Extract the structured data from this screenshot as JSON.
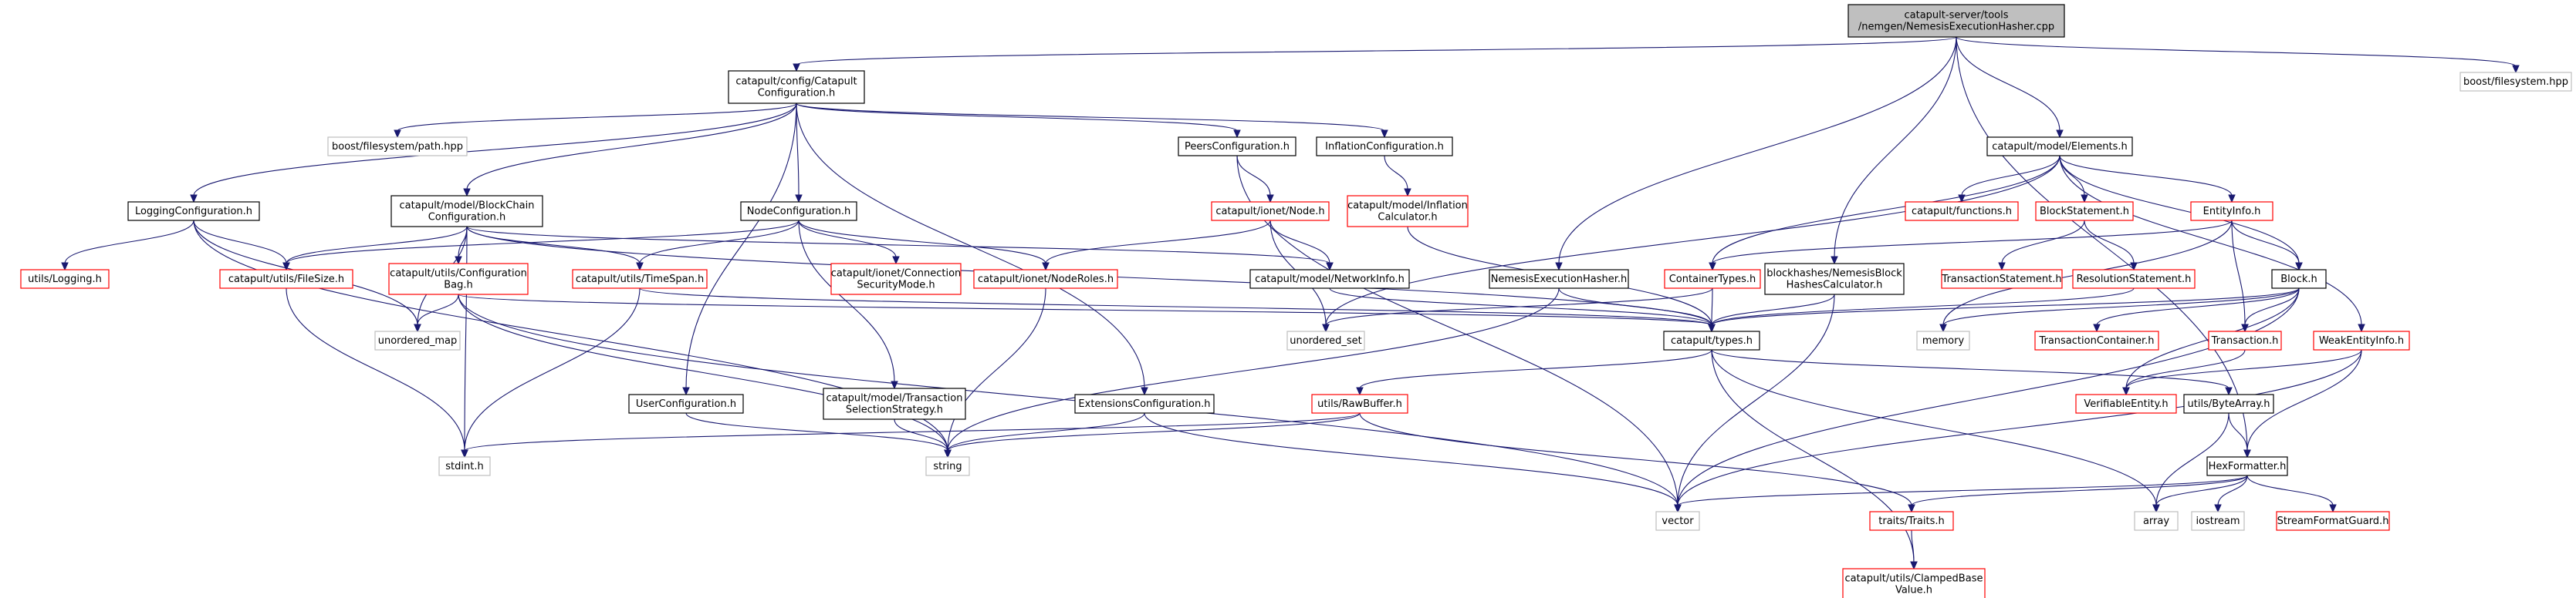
{
  "colors": {
    "root_fill": "#bfbfbf",
    "root_border": "#000000",
    "documented_border": "#000000",
    "truncated_border": "#ff0000",
    "external_border": "#bfbfbf",
    "external_text": "#000000",
    "edge": "#191970"
  },
  "nodes": [
    {
      "id": "root",
      "lines": [
        "catapult-server/tools",
        "/nemgen/NemesisExecutionHasher.cpp"
      ],
      "kind": "root"
    },
    {
      "id": "catcfg",
      "lines": [
        "catapult/config/Catapult",
        "Configuration.h"
      ],
      "kind": "documented"
    },
    {
      "id": "fsys",
      "lines": [
        "boost/filesystem.hpp"
      ],
      "kind": "external"
    },
    {
      "id": "fspath",
      "lines": [
        "boost/filesystem/path.hpp"
      ],
      "kind": "external"
    },
    {
      "id": "peerscfg",
      "lines": [
        "PeersConfiguration.h"
      ],
      "kind": "documented"
    },
    {
      "id": "inflcfg",
      "lines": [
        "InflationConfiguration.h"
      ],
      "kind": "documented"
    },
    {
      "id": "elements",
      "lines": [
        "catapult/model/Elements.h"
      ],
      "kind": "documented"
    },
    {
      "id": "logcfg",
      "lines": [
        "LoggingConfiguration.h"
      ],
      "kind": "documented"
    },
    {
      "id": "bccfg",
      "lines": [
        "catapult/model/BlockChain",
        "Configuration.h"
      ],
      "kind": "documented"
    },
    {
      "id": "nodecfg",
      "lines": [
        "NodeConfiguration.h"
      ],
      "kind": "documented"
    },
    {
      "id": "ionode",
      "lines": [
        "catapult/ionet/Node.h"
      ],
      "kind": "truncated"
    },
    {
      "id": "inflcalc",
      "lines": [
        "catapult/model/Inflation",
        "Calculator.h"
      ],
      "kind": "truncated"
    },
    {
      "id": "functions",
      "lines": [
        "catapult/functions.h"
      ],
      "kind": "truncated"
    },
    {
      "id": "blockstmt",
      "lines": [
        "BlockStatement.h"
      ],
      "kind": "truncated"
    },
    {
      "id": "entityinfo",
      "lines": [
        "EntityInfo.h"
      ],
      "kind": "truncated"
    },
    {
      "id": "logging",
      "lines": [
        "utils/Logging.h"
      ],
      "kind": "truncated"
    },
    {
      "id": "filesize",
      "lines": [
        "catapult/utils/FileSize.h"
      ],
      "kind": "truncated"
    },
    {
      "id": "cfgbag",
      "lines": [
        "catapult/utils/Configuration",
        "Bag.h"
      ],
      "kind": "truncated"
    },
    {
      "id": "timespan",
      "lines": [
        "catapult/utils/TimeSpan.h"
      ],
      "kind": "truncated"
    },
    {
      "id": "connsec",
      "lines": [
        "catapult/ionet/Connection",
        "SecurityMode.h"
      ],
      "kind": "truncated"
    },
    {
      "id": "noderoles",
      "lines": [
        "catapult/ionet/NodeRoles.h"
      ],
      "kind": "truncated"
    },
    {
      "id": "netinfo",
      "lines": [
        "catapult/model/NetworkInfo.h"
      ],
      "kind": "documented"
    },
    {
      "id": "nemhasher",
      "lines": [
        "NemesisExecutionHasher.h"
      ],
      "kind": "documented"
    },
    {
      "id": "blockhashes",
      "lines": [
        "blockhashes/NemesisBlock",
        "HashesCalculator.h"
      ],
      "kind": "documented"
    },
    {
      "id": "containertypes",
      "lines": [
        "ContainerTypes.h"
      ],
      "kind": "truncated"
    },
    {
      "id": "txstmt",
      "lines": [
        "TransactionStatement.h"
      ],
      "kind": "truncated"
    },
    {
      "id": "resstmt",
      "lines": [
        "ResolutionStatement.h"
      ],
      "kind": "truncated"
    },
    {
      "id": "block",
      "lines": [
        "Block.h"
      ],
      "kind": "documented"
    },
    {
      "id": "unordmap",
      "lines": [
        "unordered_map"
      ],
      "kind": "external"
    },
    {
      "id": "unordset",
      "lines": [
        "unordered_set"
      ],
      "kind": "external"
    },
    {
      "id": "types",
      "lines": [
        "catapult/types.h"
      ],
      "kind": "documented"
    },
    {
      "id": "memory",
      "lines": [
        "memory"
      ],
      "kind": "external"
    },
    {
      "id": "txcontainer",
      "lines": [
        "TransactionContainer.h"
      ],
      "kind": "truncated"
    },
    {
      "id": "transaction",
      "lines": [
        "Transaction.h"
      ],
      "kind": "truncated"
    },
    {
      "id": "weakentity",
      "lines": [
        "WeakEntityInfo.h"
      ],
      "kind": "truncated"
    },
    {
      "id": "usercfg",
      "lines": [
        "UserConfiguration.h"
      ],
      "kind": "documented"
    },
    {
      "id": "txsel",
      "lines": [
        "catapult/model/Transaction",
        "SelectionStrategy.h"
      ],
      "kind": "documented"
    },
    {
      "id": "extcfg",
      "lines": [
        "ExtensionsConfiguration.h"
      ],
      "kind": "documented"
    },
    {
      "id": "rawbuffer",
      "lines": [
        "utils/RawBuffer.h"
      ],
      "kind": "truncated"
    },
    {
      "id": "bytearray",
      "lines": [
        "utils/ByteArray.h"
      ],
      "kind": "documented"
    },
    {
      "id": "verifiable",
      "lines": [
        "VerifiableEntity.h"
      ],
      "kind": "truncated"
    },
    {
      "id": "stdint",
      "lines": [
        "stdint.h"
      ],
      "kind": "external"
    },
    {
      "id": "string",
      "lines": [
        "string"
      ],
      "kind": "external"
    },
    {
      "id": "hexfmt",
      "lines": [
        "HexFormatter.h"
      ],
      "kind": "documented"
    },
    {
      "id": "vector",
      "lines": [
        "vector"
      ],
      "kind": "external"
    },
    {
      "id": "traits",
      "lines": [
        "traits/Traits.h"
      ],
      "kind": "truncated"
    },
    {
      "id": "array",
      "lines": [
        "array"
      ],
      "kind": "external"
    },
    {
      "id": "iostream",
      "lines": [
        "iostream"
      ],
      "kind": "external"
    },
    {
      "id": "streamfmt",
      "lines": [
        "StreamFormatGuard.h"
      ],
      "kind": "truncated"
    },
    {
      "id": "clamped",
      "lines": [
        "catapult/utils/ClampedBase",
        "Value.h"
      ],
      "kind": "truncated"
    }
  ],
  "edges": [
    [
      "root",
      "catcfg"
    ],
    [
      "root",
      "fsys"
    ],
    [
      "root",
      "elements"
    ],
    [
      "root",
      "nemhasher"
    ],
    [
      "root",
      "blockhashes"
    ],
    [
      "root",
      "hexfmt"
    ],
    [
      "catcfg",
      "fspath"
    ],
    [
      "catcfg",
      "peerscfg"
    ],
    [
      "catcfg",
      "inflcfg"
    ],
    [
      "catcfg",
      "logcfg"
    ],
    [
      "catcfg",
      "bccfg"
    ],
    [
      "catcfg",
      "nodecfg"
    ],
    [
      "catcfg",
      "usercfg"
    ],
    [
      "catcfg",
      "extcfg"
    ],
    [
      "peerscfg",
      "ionode"
    ],
    [
      "peerscfg",
      "vector"
    ],
    [
      "inflcfg",
      "inflcalc"
    ],
    [
      "logcfg",
      "logging"
    ],
    [
      "logcfg",
      "filesize"
    ],
    [
      "logcfg",
      "unordmap"
    ],
    [
      "logcfg",
      "string"
    ],
    [
      "bccfg",
      "filesize"
    ],
    [
      "bccfg",
      "cfgbag"
    ],
    [
      "bccfg",
      "timespan"
    ],
    [
      "bccfg",
      "netinfo"
    ],
    [
      "bccfg",
      "unordmap"
    ],
    [
      "bccfg",
      "stdint"
    ],
    [
      "bccfg",
      "types"
    ],
    [
      "nodecfg",
      "filesize"
    ],
    [
      "nodecfg",
      "timespan"
    ],
    [
      "nodecfg",
      "connsec"
    ],
    [
      "nodecfg",
      "noderoles"
    ],
    [
      "nodecfg",
      "txsel"
    ],
    [
      "ionode",
      "noderoles"
    ],
    [
      "ionode",
      "netinfo"
    ],
    [
      "ionode",
      "unordset"
    ],
    [
      "inflcalc",
      "types"
    ],
    [
      "elements",
      "functions"
    ],
    [
      "elements",
      "blockstmt"
    ],
    [
      "elements",
      "entityinfo"
    ],
    [
      "elements",
      "containertypes"
    ],
    [
      "elements",
      "block"
    ],
    [
      "elements",
      "weakentity"
    ],
    [
      "elements",
      "unordset"
    ],
    [
      "blockstmt",
      "txstmt"
    ],
    [
      "blockstmt",
      "resstmt"
    ],
    [
      "entityinfo",
      "block"
    ],
    [
      "entityinfo",
      "containertypes"
    ],
    [
      "entityinfo",
      "memory"
    ],
    [
      "entityinfo",
      "transaction"
    ],
    [
      "filesize",
      "stdint"
    ],
    [
      "cfgbag",
      "unordmap"
    ],
    [
      "cfgbag",
      "string"
    ],
    [
      "cfgbag",
      "vector"
    ],
    [
      "cfgbag",
      "types"
    ],
    [
      "timespan",
      "stdint"
    ],
    [
      "timespan",
      "types"
    ],
    [
      "noderoles",
      "string"
    ],
    [
      "netinfo",
      "types"
    ],
    [
      "nemhasher",
      "types"
    ],
    [
      "nemhasher",
      "string"
    ],
    [
      "blockhashes",
      "types"
    ],
    [
      "blockhashes",
      "vector"
    ],
    [
      "containertypes",
      "types"
    ],
    [
      "containertypes",
      "unordset"
    ],
    [
      "resstmt",
      "types"
    ],
    [
      "block",
      "memory"
    ],
    [
      "block",
      "txcontainer"
    ],
    [
      "block",
      "transaction"
    ],
    [
      "block",
      "verifiable"
    ],
    [
      "block",
      "vector"
    ],
    [
      "block",
      "types"
    ],
    [
      "types",
      "rawbuffer"
    ],
    [
      "types",
      "bytearray"
    ],
    [
      "types",
      "array"
    ],
    [
      "types",
      "clamped"
    ],
    [
      "transaction",
      "verifiable"
    ],
    [
      "weakentity",
      "verifiable"
    ],
    [
      "weakentity",
      "hexfmt"
    ],
    [
      "weakentity",
      "vector"
    ],
    [
      "usercfg",
      "string"
    ],
    [
      "txsel",
      "string"
    ],
    [
      "extcfg",
      "string"
    ],
    [
      "extcfg",
      "vector"
    ],
    [
      "rawbuffer",
      "stdint"
    ],
    [
      "rawbuffer",
      "string"
    ],
    [
      "rawbuffer",
      "traits"
    ],
    [
      "bytearray",
      "hexfmt"
    ],
    [
      "bytearray",
      "array"
    ],
    [
      "hexfmt",
      "vector"
    ],
    [
      "hexfmt",
      "traits"
    ],
    [
      "hexfmt",
      "array"
    ],
    [
      "hexfmt",
      "iostream"
    ],
    [
      "hexfmt",
      "streamfmt"
    ],
    [
      "traits",
      "clamped"
    ]
  ]
}
